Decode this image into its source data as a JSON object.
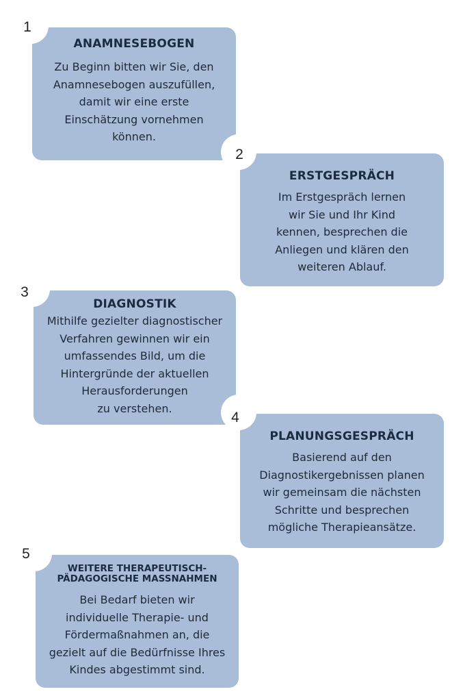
{
  "steps": [
    {
      "number": "1",
      "title": "ANAMNESEBOGEN",
      "text": "Zu Beginn bitten wir Sie, den\nAnamnesebogen auszufüllen,\ndamit wir eine erste\nEinschätzung vornehmen\nkönnen."
    },
    {
      "number": "2",
      "title": "ERSTGESPRÄCH",
      "text": "Im Erstgespräch lernen\nwir Sie und Ihr Kind\nkennen, besprechen die\nAnliegen und klären den\nweiteren Ablauf."
    },
    {
      "number": "3",
      "title": "DIAGNOSTIK",
      "text": "Mithilfe gezielter diagnostischer\nVerfahren gewinnen wir ein\numfassendes Bild, um die\nHintergründe der aktuellen\nHerausforderungen\nzu verstehen."
    },
    {
      "number": "4",
      "title": "PLANUNGSGESPRÄCH",
      "text": "Basierend auf den\nDiagnostikergebnissen planen\nwir gemeinsam die nächsten\nSchritte und besprechen\nmögliche Therapieansätze."
    },
    {
      "number": "5",
      "title": "WEITERE THERAPEUTISCH-\nPÄDAGOGISCHE MASSNAHMEN",
      "text": "Bei Bedarf bieten wir\nindividuelle Therapie- und\nFördermaßnahmen an, die\ngezielt auf die Bedürfnisse Ihres\nKindes abgestimmt sind."
    }
  ],
  "colors": {
    "card": "#a9bdd8",
    "title": "#1b2b40",
    "background": "#ffffff"
  }
}
